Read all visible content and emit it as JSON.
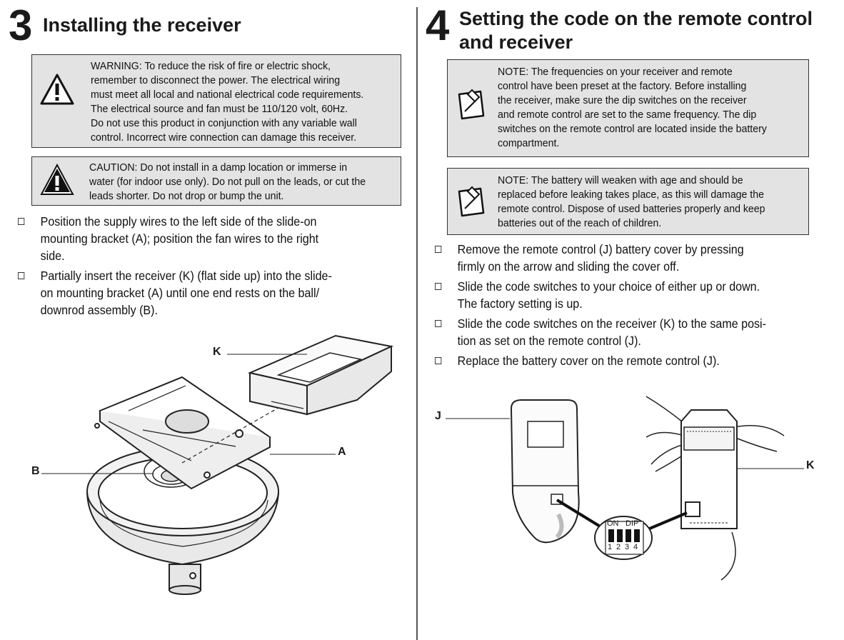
{
  "left": {
    "step_number": "3",
    "heading": "Installing the receiver",
    "warning": {
      "lines": [
        "WARNING: To reduce the risk of fire or electric shock,",
        "remember to disconnect the power. The electrical wiring",
        "must meet all local and national electrical code requirements.",
        "The electrical source and fan must be 110/120 volt, 60Hz.",
        "Do not use this product in conjunction with any variable wall",
        "control. Incorrect wire connection can damage this receiver."
      ]
    },
    "caution": {
      "lines": [
        "CAUTION: Do not install in a damp location or immerse in",
        "water (for indoor use only). Do not pull on the leads, or cut the",
        "leads shorter. Do not drop or bump the unit."
      ]
    },
    "steps": [
      [
        "Position the supply wires to the left side of the slide-on",
        "mounting bracket (A); position the fan wires to the right",
        "side."
      ],
      [
        "Partially insert the receiver (K) (flat side up) into the slide-",
        "on mounting bracket (A) until one end rests on the ball/",
        "downrod assembly (B)."
      ]
    ],
    "labels": {
      "k": "K",
      "a": "A",
      "b": "B"
    }
  },
  "right": {
    "step_number": "4",
    "heading_lines": [
      "Setting the code on the remote control",
      "and receiver"
    ],
    "note1": {
      "lines": [
        "NOTE: The frequencies on your receiver and remote",
        "control have been preset at the factory. Before installing",
        "the receiver, make sure the dip switches on the receiver",
        "and remote control are set to the same frequency. The dip",
        "switches on the remote control are located inside the battery",
        "compartment."
      ]
    },
    "note2": {
      "lines": [
        "NOTE: The battery will weaken with age and should be",
        "replaced before leaking takes place, as this will damage the",
        "remote control. Dispose of used batteries properly and keep",
        "batteries out of the reach of children."
      ]
    },
    "steps": [
      [
        "Remove the remote control (J) battery cover by pressing",
        "firmly on the arrow and sliding the cover off."
      ],
      [
        "Slide the code switches to your choice of either up or down.",
        "The factory setting is up."
      ],
      [
        "Slide the code switches on the receiver (K) to the same posi-",
        "tion as set on the remote control (J)."
      ],
      [
        "Replace the battery cover on the remote control (J)."
      ]
    ],
    "labels": {
      "j": "J",
      "k": "K"
    },
    "dip": {
      "on": "ON",
      "dip": "DIP",
      "numbers": [
        "1",
        "2",
        "3",
        "4"
      ]
    }
  }
}
